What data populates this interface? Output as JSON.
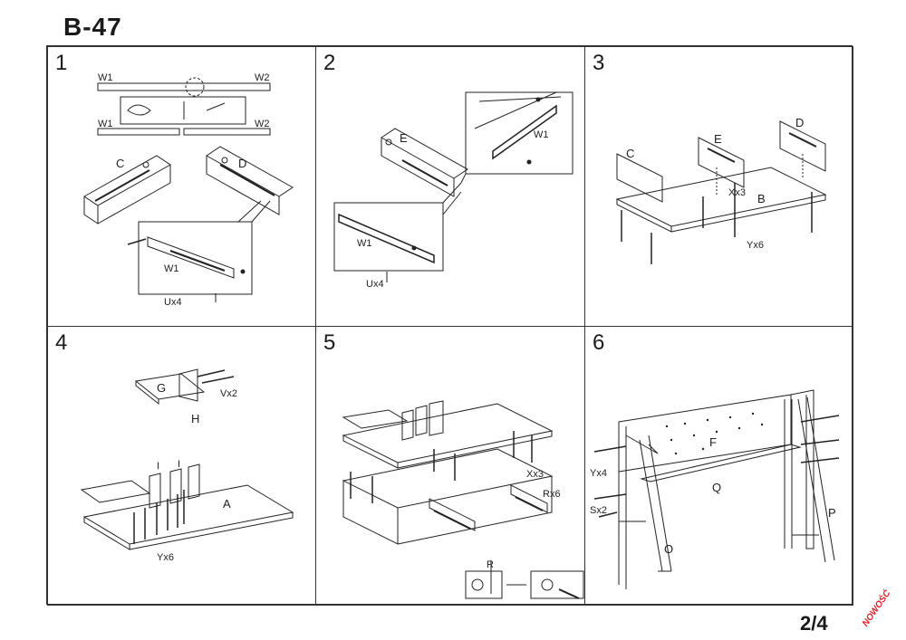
{
  "title": "B-47",
  "page_indicator": "2/4",
  "badge": "NOWOŚĆ",
  "colors": {
    "line": "#222222",
    "badge": "#e0202a"
  },
  "steps": [
    {
      "number": "1",
      "labels": {
        "w1a": "W1",
        "w2a": "W2",
        "w1b": "W1",
        "w2b": "W2",
        "c": "C",
        "d": "D",
        "w1c": "W1",
        "u": "Ux4"
      }
    },
    {
      "number": "2",
      "labels": {
        "e": "E",
        "w1a": "W1",
        "w1b": "W1",
        "u": "Ux4"
      }
    },
    {
      "number": "3",
      "labels": {
        "c": "C",
        "e": "E",
        "d": "D",
        "x": "Xx3",
        "b": "B",
        "y": "Yx6"
      }
    },
    {
      "number": "4",
      "labels": {
        "g": "G",
        "v": "Vx2",
        "h": "H",
        "i1": "I",
        "i2": "I",
        "a": "A",
        "y": "Yx6"
      }
    },
    {
      "number": "5",
      "labels": {
        "x": "Xx3",
        "r6": "Rx6",
        "r": "R"
      }
    },
    {
      "number": "6",
      "labels": {
        "f": "F",
        "yx4": "Yx4",
        "q": "Q",
        "sx2": "Sx2",
        "p": "P",
        "o": "O"
      }
    }
  ]
}
